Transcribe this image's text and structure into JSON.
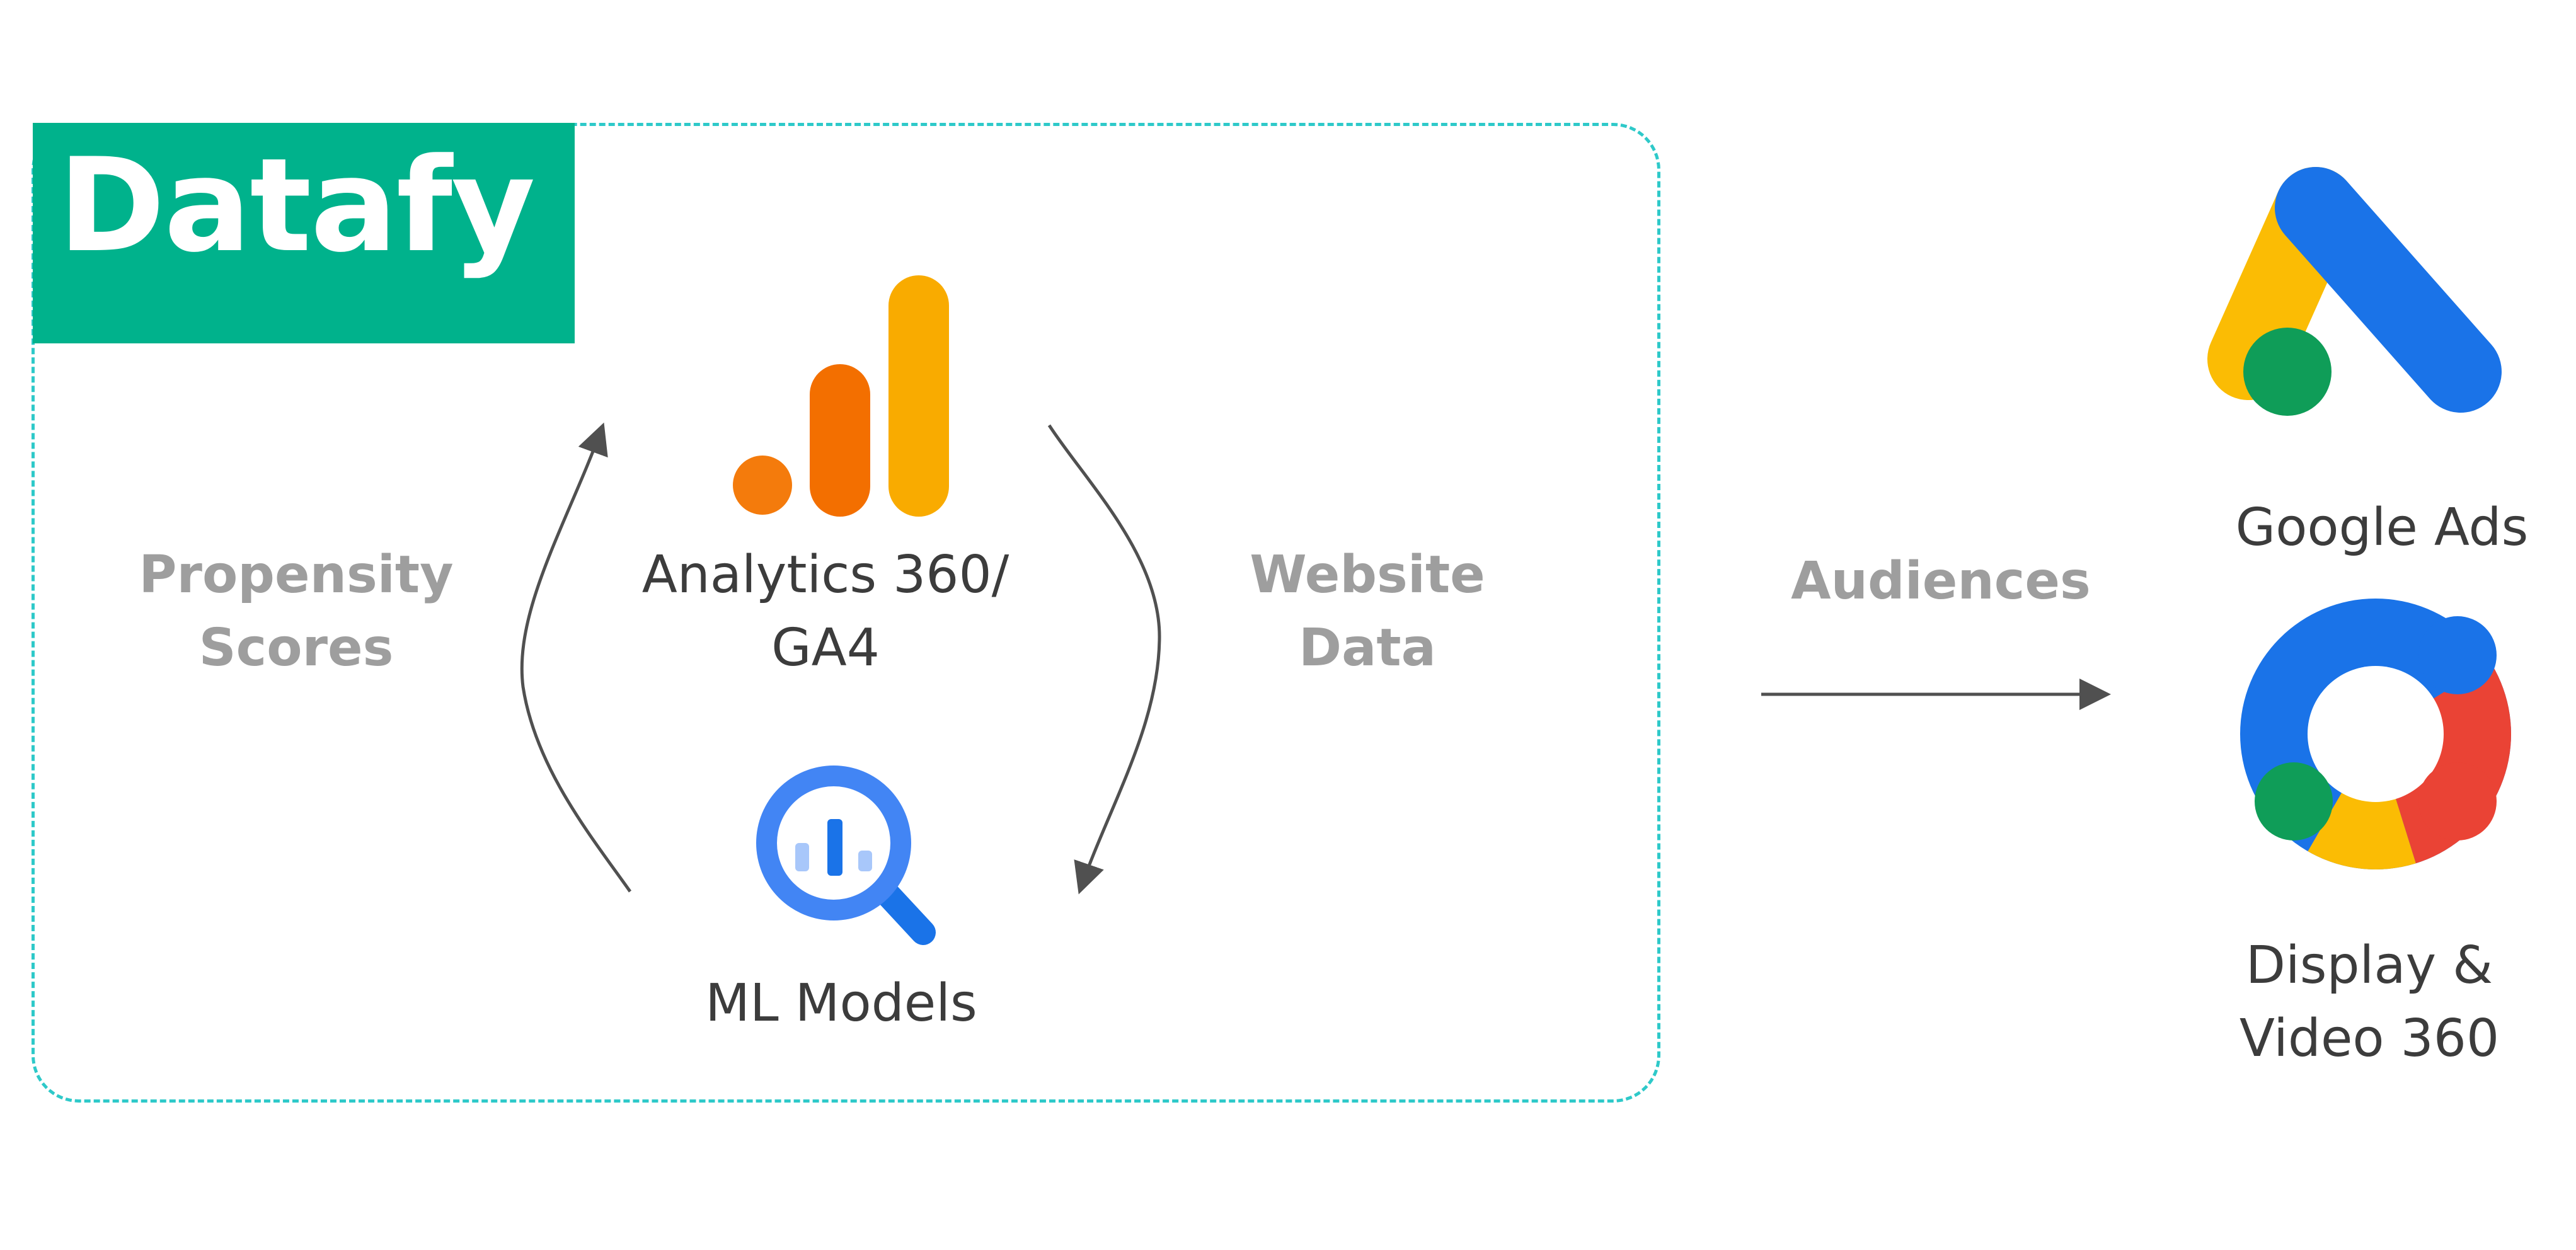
{
  "brand": {
    "name": "Datafy",
    "color": "#00b28c"
  },
  "container": {
    "border_color": "#2ec9c9"
  },
  "flows": {
    "left": "Propensity\nScores",
    "right": "Website\nData",
    "audiences": "Audiences"
  },
  "nodes": {
    "analytics": {
      "label": "Analytics 360/\nGA4",
      "icon": "google-analytics-icon"
    },
    "ml": {
      "label": "ML Models",
      "icon": "bigquery-icon"
    },
    "google_ads": {
      "label": "Google Ads",
      "icon": "google-ads-icon"
    },
    "dv360": {
      "label": "Display &\nVideo 360",
      "icon": "display-video-360-icon"
    }
  },
  "colors": {
    "arrow": "#505050",
    "analytics_bars": [
      "#f47b0c",
      "#f36f00",
      "#f9ab00"
    ],
    "google_blue": "#1a73e8",
    "google_yellow": "#fbbc04",
    "google_green": "#0f9d58",
    "google_red": "#ea4335"
  }
}
